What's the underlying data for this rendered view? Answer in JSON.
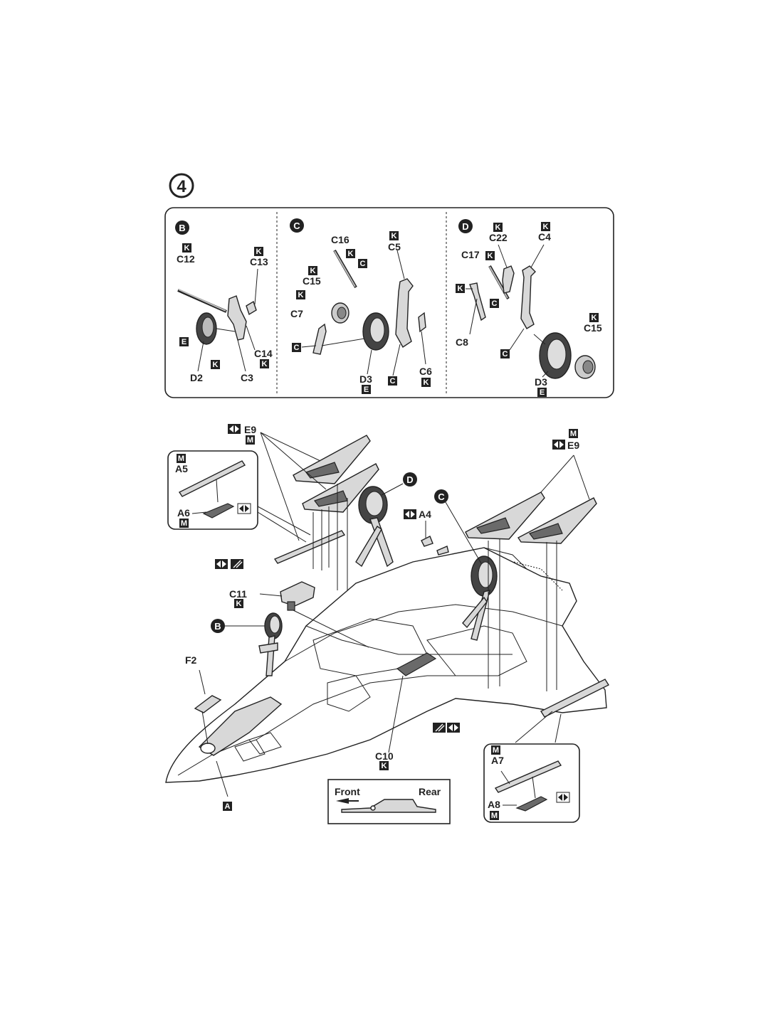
{
  "step": {
    "number": "4"
  },
  "panels": [
    {
      "id": "B",
      "labels": {
        "c12": "C12",
        "c13": "C13",
        "c14": "C14",
        "c3": "C3",
        "d2": "D2"
      },
      "boxes": {
        "k1": "K",
        "k2": "K",
        "e": "E",
        "k3": "K",
        "k4": "K"
      }
    },
    {
      "id": "C",
      "labels": {
        "c16": "C16",
        "c15": "C15",
        "c7": "C7",
        "c5": "C5",
        "c6": "C6",
        "d3": "D3"
      },
      "boxes": {
        "k1": "K",
        "c1": "C",
        "k2": "K",
        "k3": "K",
        "c2": "C",
        "k4": "K",
        "e": "E",
        "c3": "C",
        "k5": "K"
      }
    },
    {
      "id": "D",
      "labels": {
        "c22": "C22",
        "c4": "C4",
        "c17": "C17",
        "c8": "C8",
        "c15": "C15",
        "d3": "D3"
      },
      "boxes": {
        "k1": "K",
        "k2": "K",
        "k3": "K",
        "k4": "K",
        "c1": "C",
        "c2": "C",
        "k5": "K",
        "e": "E"
      }
    }
  ],
  "main": {
    "labels": {
      "e9_left": "E9",
      "e9_right": "E9",
      "a5": "A5",
      "a6": "A6",
      "a4": "A4",
      "c11": "C11",
      "f2": "F2",
      "c10": "C10",
      "a7": "A7",
      "a8": "A8",
      "callout_d": "D",
      "callout_c": "C",
      "callout_b": "B"
    },
    "boxes": {
      "m_e9l": "M",
      "m_e9r": "M",
      "m_a5": "M",
      "m_a6": "M",
      "k_c11": "K",
      "k_c10": "K",
      "a": "A",
      "m_a7": "M",
      "m_a8": "M"
    },
    "orientation": {
      "front": "Front",
      "rear": "Rear"
    }
  },
  "icons": [
    "flip-both-sides-icon",
    "paint-icon"
  ]
}
